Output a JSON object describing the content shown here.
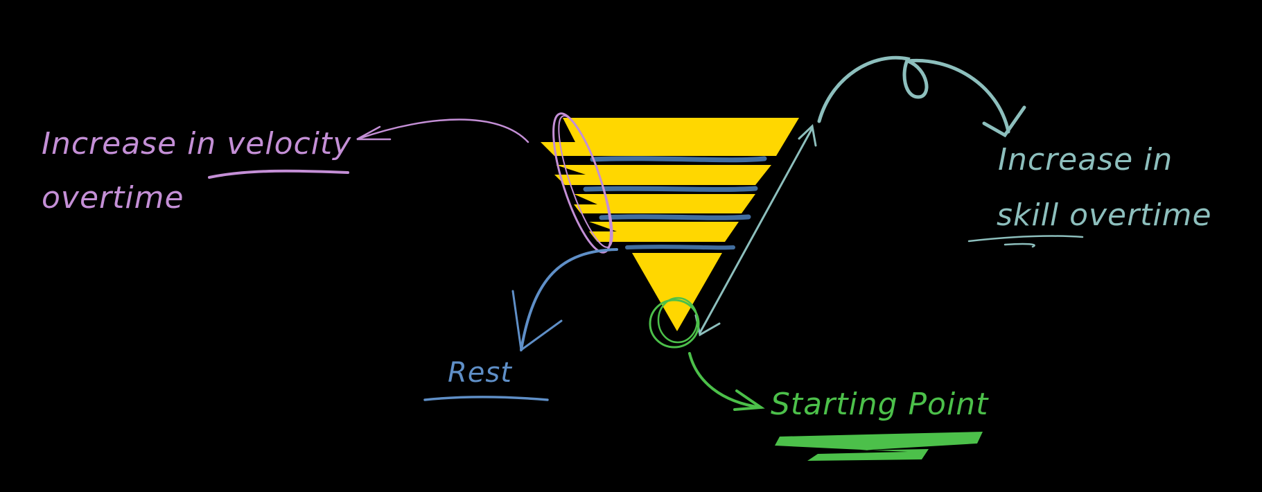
{
  "colors": {
    "background": "#000000",
    "pyramid": "#ffd700",
    "scribble": "#4a7ab0",
    "velocity": "#c48fd6",
    "skill": "#8dbfbd",
    "rest": "#5f8fc7",
    "start": "#4cc04a"
  },
  "labels": {
    "velocity_line1": "Increase in velocity",
    "velocity_line2": "overtime",
    "skill_line1": "Increase in",
    "skill_line2": "skill overtime",
    "rest": "Rest",
    "starting_point": "Starting Point"
  },
  "pyramid": {
    "layers": 5
  }
}
